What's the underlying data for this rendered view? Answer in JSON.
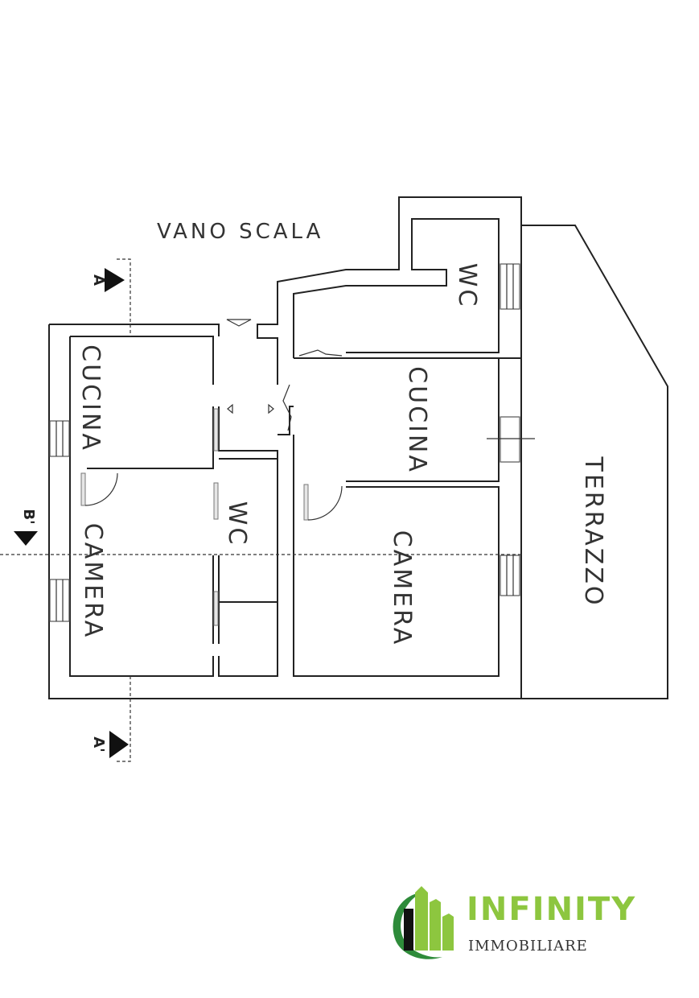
{
  "labels": {
    "vano_scala": "VANO SCALA",
    "cucina_left": "CUCINA",
    "camera_left": "CAMERA",
    "wc_left": "WC",
    "wc_right": "WC",
    "cucina_right": "CUCINA",
    "camera_right": "CAMERA",
    "terrazzo": "TERRAZZO"
  },
  "sections": {
    "a_top": "A",
    "a_bottom": "A'",
    "b": "B'"
  },
  "brand": {
    "name": "INFINITY",
    "subtitle": "IMMOBILIARE",
    "colors": {
      "green": "#8dc63f",
      "dark_green": "#2e8b3a",
      "black": "#111111"
    }
  }
}
